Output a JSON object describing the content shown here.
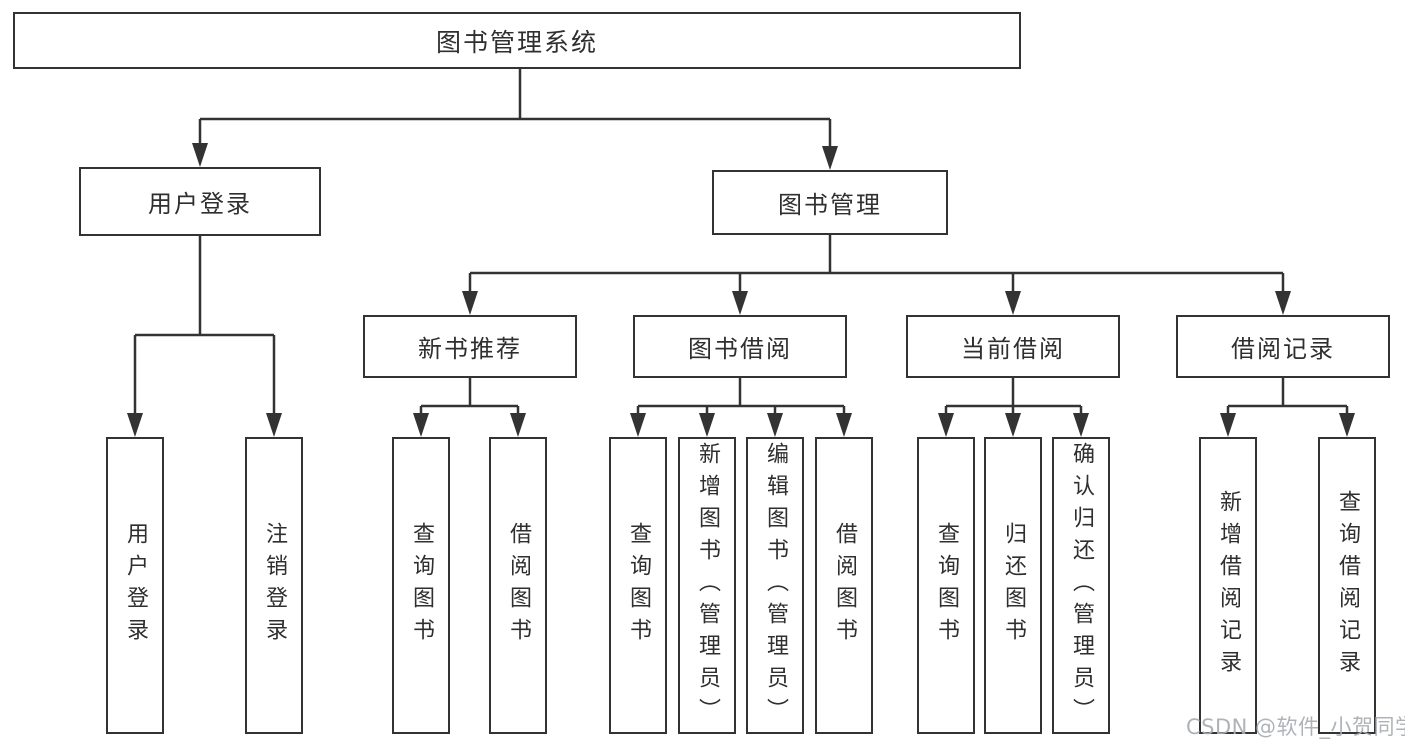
{
  "tree": {
    "label": "图书管理系统",
    "children": [
      {
        "label": "用户登录",
        "children": [
          {
            "label": "用户登录"
          },
          {
            "label": "注销登录"
          }
        ]
      },
      {
        "label": "图书管理",
        "children": [
          {
            "label": "新书推荐",
            "children": [
              {
                "label": "查询图书"
              },
              {
                "label": "借阅图书"
              }
            ]
          },
          {
            "label": "图书借阅",
            "children": [
              {
                "label": "查询图书"
              },
              {
                "label": "新增图书（管理员）"
              },
              {
                "label": "编辑图书（管理员）"
              },
              {
                "label": "借阅图书"
              }
            ]
          },
          {
            "label": "当前借阅",
            "children": [
              {
                "label": "查询图书"
              },
              {
                "label": "归还图书"
              },
              {
                "label": "确认归还（管理员）"
              }
            ]
          },
          {
            "label": "借阅记录",
            "children": [
              {
                "label": "新增借阅记录"
              },
              {
                "label": "查询借阅记录"
              }
            ]
          }
        ]
      }
    ]
  },
  "watermark": {
    "text": "CSDN @软件_小贺同学"
  },
  "colors": {
    "line": "#333333",
    "box_border": "#333333",
    "box_bg": "#ffffff",
    "text": "#2f2f2f",
    "watermark": "#a8acb2"
  }
}
